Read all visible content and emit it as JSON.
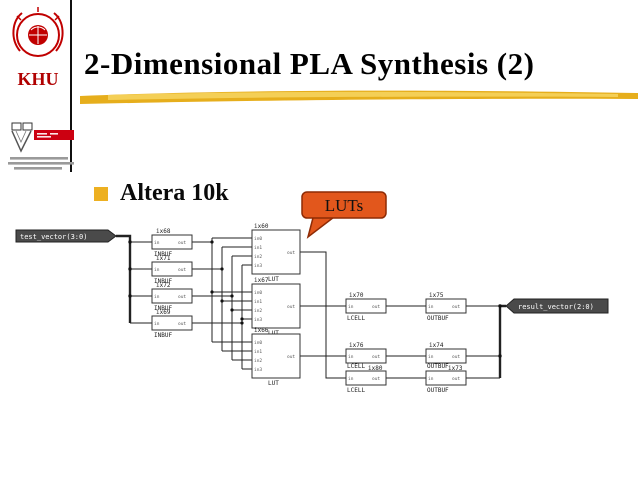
{
  "slide": {
    "title": "2-Dimensional PLA Synthesis (2)",
    "logo_text": "KHU",
    "bullet_label": "Altera 10k",
    "callout_label": "LUTs"
  },
  "schematic": {
    "input_port_label": "test_vector(3:0)",
    "output_port_label": "result_vector(2:0)",
    "inbufs": [
      {
        "instance": "ix68",
        "cell": "INBUF"
      },
      {
        "instance": "ix71",
        "cell": "INBUF"
      },
      {
        "instance": "ix72",
        "cell": "INBUF"
      },
      {
        "instance": "ix69",
        "cell": "INBUF"
      }
    ],
    "luts": [
      {
        "instance": "ix60",
        "cell": "LUT"
      },
      {
        "instance": "ix67",
        "cell": "LUT"
      },
      {
        "instance": "ix66",
        "cell": "LUT"
      }
    ],
    "lcells": [
      {
        "instance": "ix70",
        "cell": "LCELL"
      },
      {
        "instance": "ix76",
        "cell": "LCELL"
      },
      {
        "instance": "ix80",
        "cell": "LCELL"
      }
    ],
    "outbufs": [
      {
        "instance": "ix75",
        "cell": "OUTBUF"
      },
      {
        "instance": "ix74",
        "cell": "OUTBUF"
      },
      {
        "instance": "ix73",
        "cell": "OUTBUF"
      }
    ],
    "pin_labels": {
      "in": "in",
      "out": "out",
      "in0": "in0",
      "in1": "in1",
      "in2": "in2",
      "in3": "in3"
    }
  },
  "colors": {
    "accent_gold": "#E6AE1C",
    "bullet_gold": "#EDB021",
    "callout_orange": "#E2571C",
    "logo_red": "#C00000",
    "port_fill": "#4A4A4A"
  }
}
